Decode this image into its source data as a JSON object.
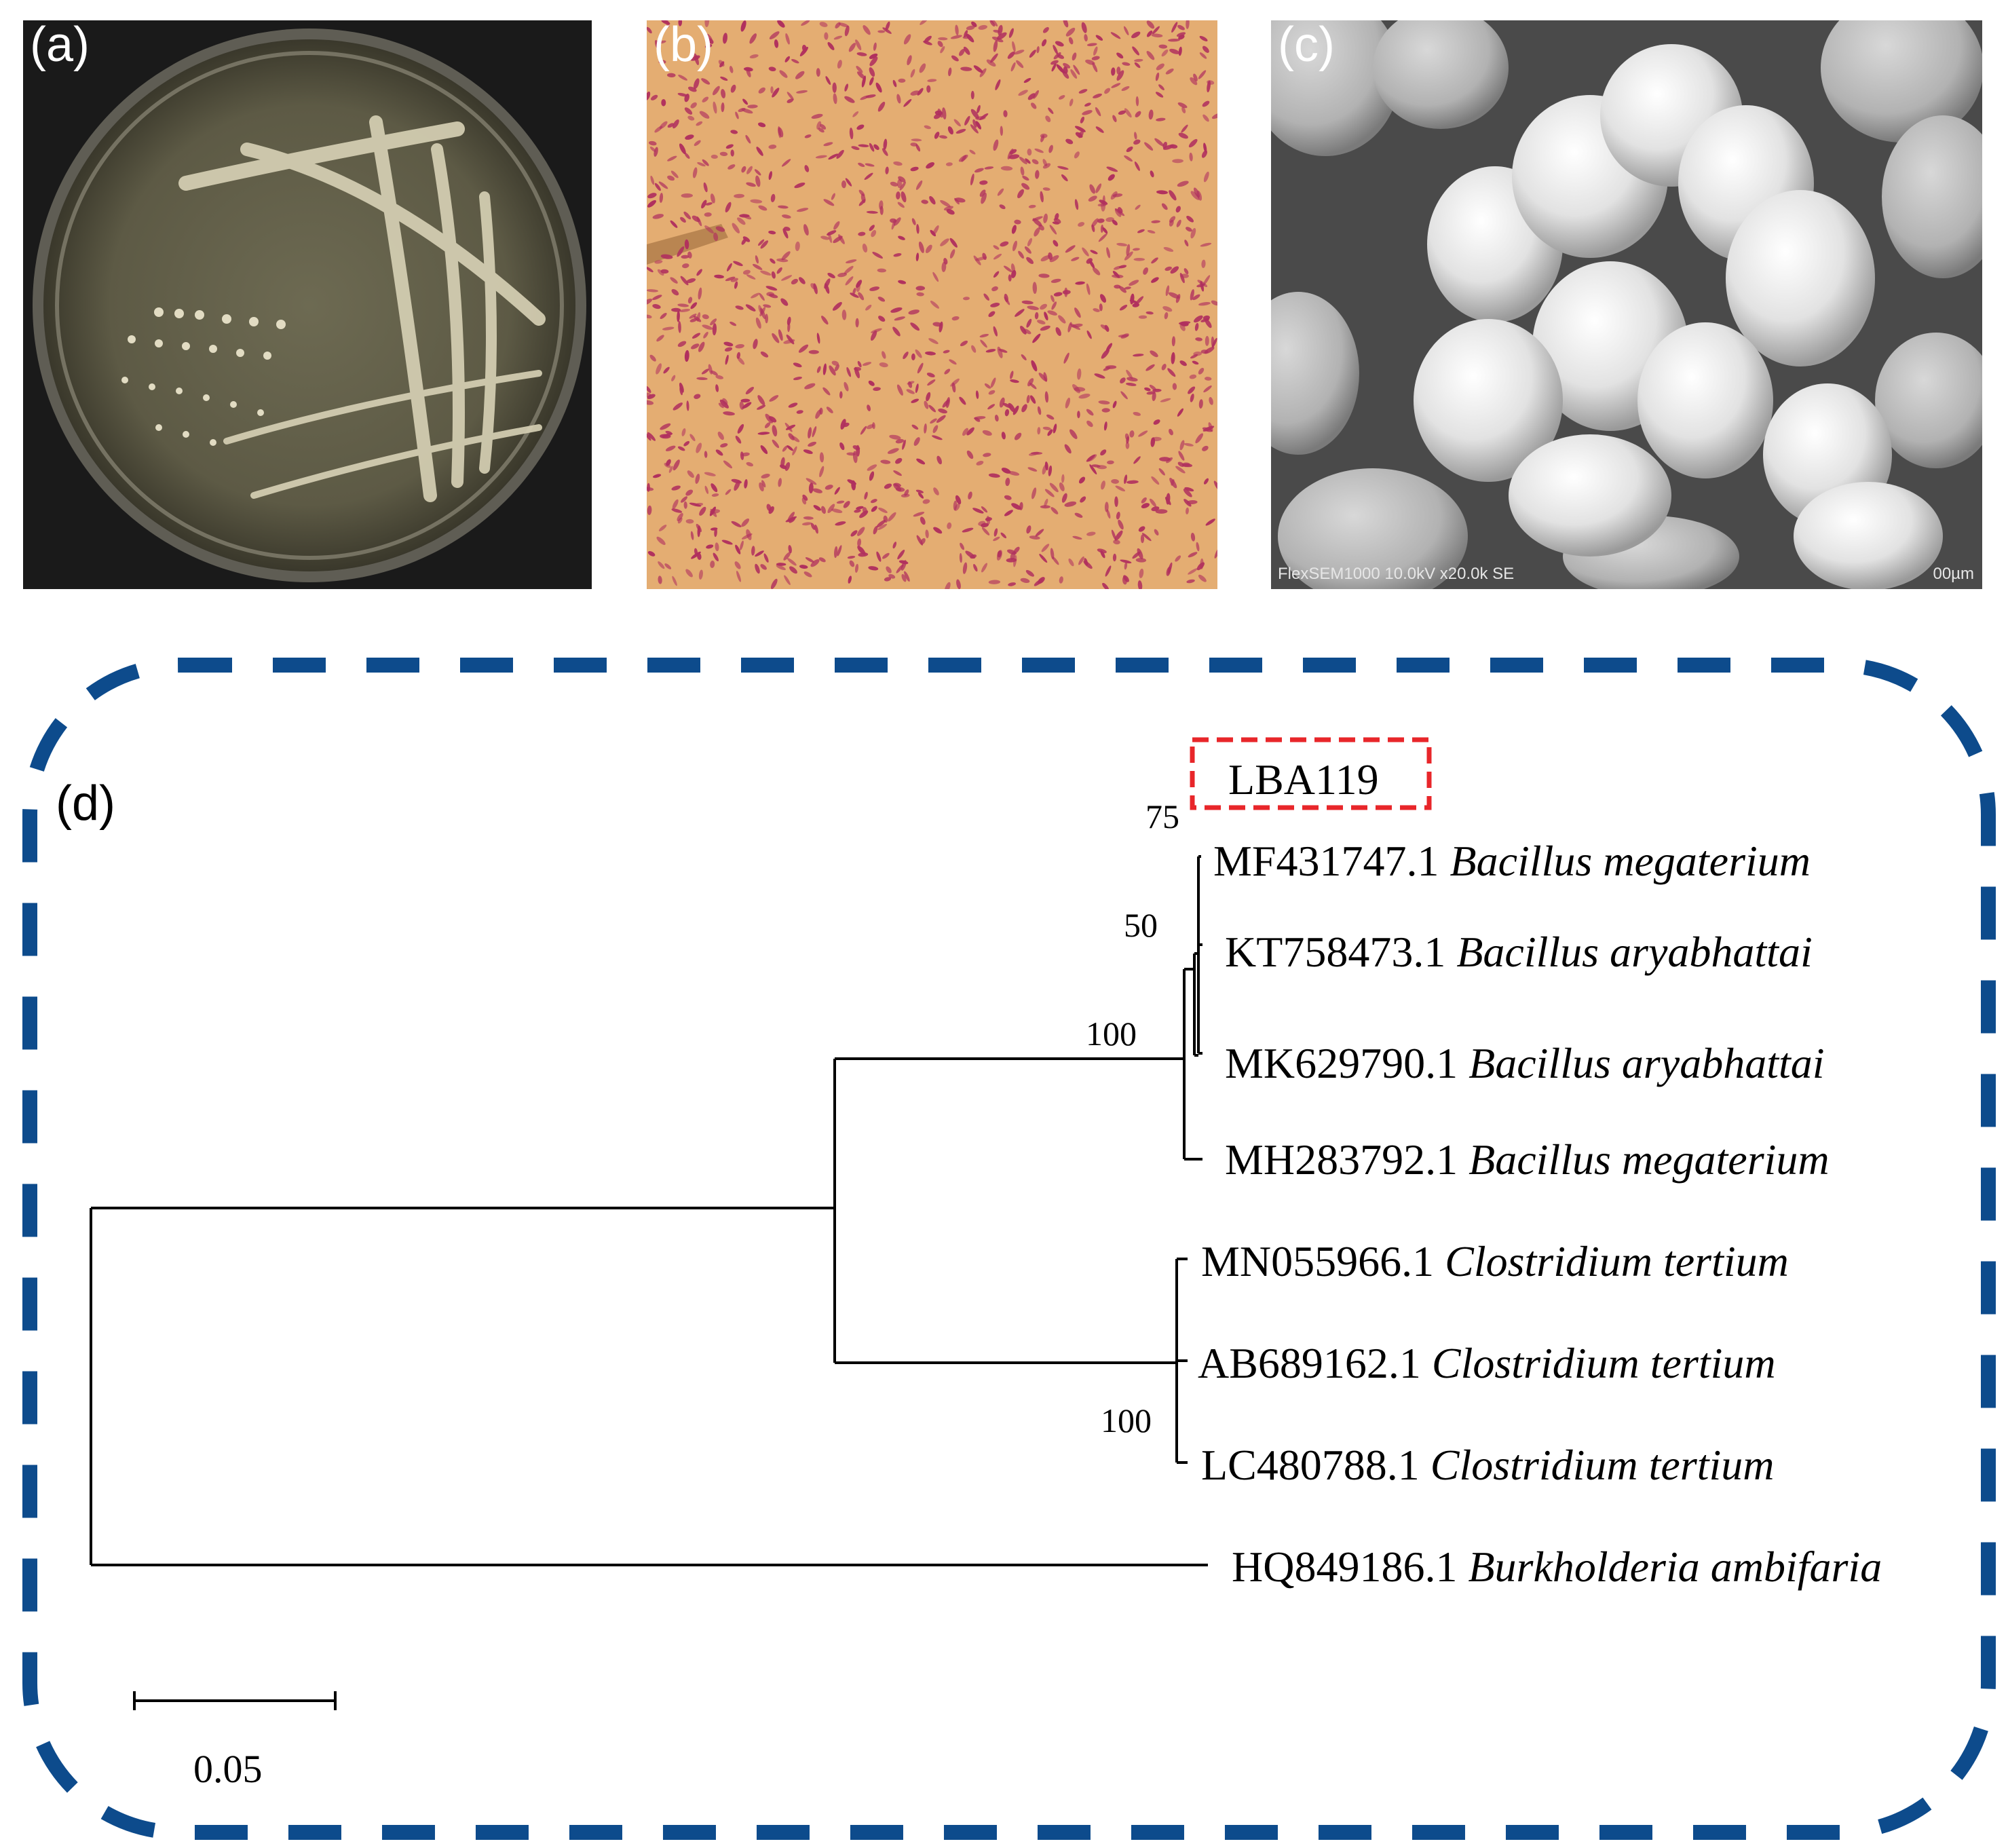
{
  "panels": {
    "a": {
      "label": "(a)"
    },
    "b": {
      "label": "(b)"
    },
    "c": {
      "label": "(c)",
      "sem_info": "FlexSEM1000 10.0kV x20.0k SE",
      "scale_text": "00µm"
    },
    "d": {
      "label": "(d)"
    }
  },
  "tree": {
    "taxa": [
      {
        "accession": "LBA119",
        "species": "",
        "highlighted": true
      },
      {
        "accession": "MF431747.1",
        "species": "Bacillus megaterium"
      },
      {
        "accession": "KT758473.1",
        "species": "Bacillus aryabhattai"
      },
      {
        "accession": "MK629790.1",
        "species": "Bacillus aryabhattai"
      },
      {
        "accession": "MH283792.1",
        "species": "Bacillus megaterium"
      },
      {
        "accession": "MN055966.1",
        "species": "Clostridium tertium"
      },
      {
        "accession": "AB689162.1",
        "species": "Clostridium tertium"
      },
      {
        "accession": "LC480788.1",
        "species": "Clostridium tertium"
      },
      {
        "accession": "HQ849186.1",
        "species": "Burkholderia ambifaria"
      }
    ],
    "bootstrap": {
      "b75": "75",
      "b50": "50",
      "bacillus": "100",
      "clostridium": "100"
    },
    "scale_bar": "0.05"
  },
  "colors": {
    "frame": "#0d4b8c",
    "highlight": "#e8262a",
    "plate_bg": "#1a1a1a",
    "gram_bg": "#e4ad72",
    "gram_cells": "#b0305e",
    "sem_bg": "#4a4a4a"
  }
}
